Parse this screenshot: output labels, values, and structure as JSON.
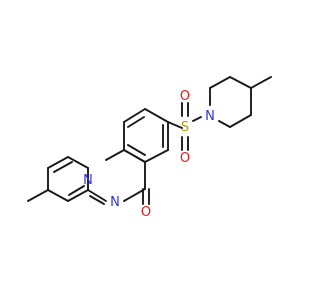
{
  "molecule": {
    "atom_labels": {
      "n_pyridine": "N",
      "n_imine": "N",
      "o_carbonyl": "O",
      "s_sulfonyl": "S",
      "o_sulfonyl_top": "O",
      "o_sulfonyl_bottom": "O",
      "n_piperidine": "N"
    },
    "colors": {
      "bond": "#1a1a1a",
      "nitrogen": "#3030e0",
      "oxygen": "#e01a1a",
      "sulfur": "#b8a000"
    }
  }
}
